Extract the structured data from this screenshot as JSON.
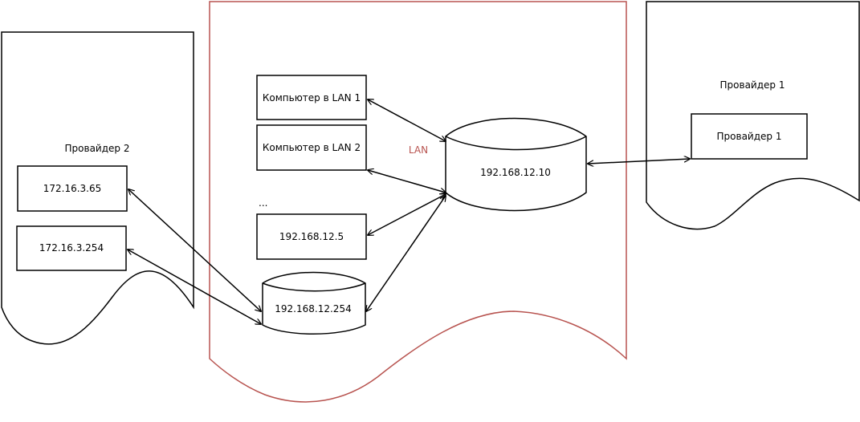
{
  "zones": {
    "left_title": "Провайдер 2",
    "lan_title": "LAN",
    "right_title": "Провайдер 1"
  },
  "nodes": {
    "ip_172_16_3_65": "172.16.3.65",
    "ip_172_16_3_254": "172.16.3.254",
    "pc_lan1": "Компьютер в LAN 1",
    "pc_lan2": "Компьютер в LAN 2",
    "ellipsis": "...",
    "ip_192_168_12_5": "192.168.12.5",
    "router_254": "192.168.12.254",
    "router_10": "192.168.12.10",
    "provider1_box": "Провайдер 1"
  },
  "colors": {
    "lan_border": "#b85450",
    "stroke": "#000000"
  }
}
